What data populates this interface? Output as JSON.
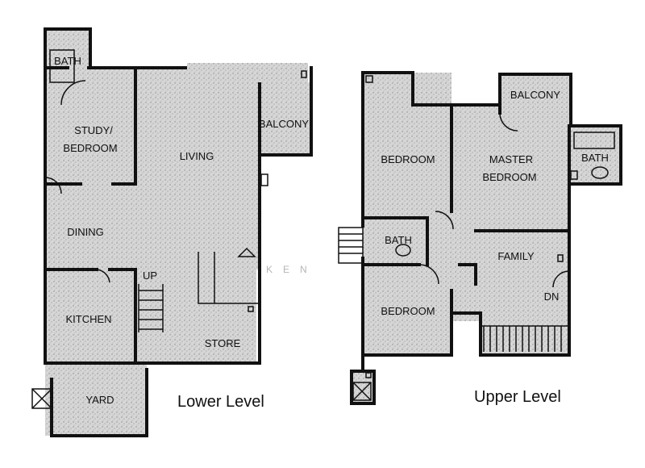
{
  "lower_level": {
    "title": "Lower Level",
    "rooms": {
      "bath": "BATH",
      "study_line1": "STUDY/",
      "study_line2": "BEDROOM",
      "living": "LIVING",
      "balcony": "BALCONY",
      "dining": "DINING",
      "up": "UP",
      "kitchen": "KITCHEN",
      "store": "STORE",
      "yard": "YARD"
    }
  },
  "upper_level": {
    "title": "Upper Level",
    "rooms": {
      "bedroom_top": "BEDROOM",
      "balcony": "BALCONY",
      "master_line1": "MASTER",
      "master_line2": "BEDROOM",
      "bath_right": "BATH",
      "bath_left": "BATH",
      "family": "FAMILY",
      "dn": "DN",
      "bedroom_bottom": "BEDROOM"
    }
  },
  "watermark": "KEN",
  "colors": {
    "ink": "#111111",
    "floor": "#d9d9d9",
    "background": "#ffffff"
  }
}
